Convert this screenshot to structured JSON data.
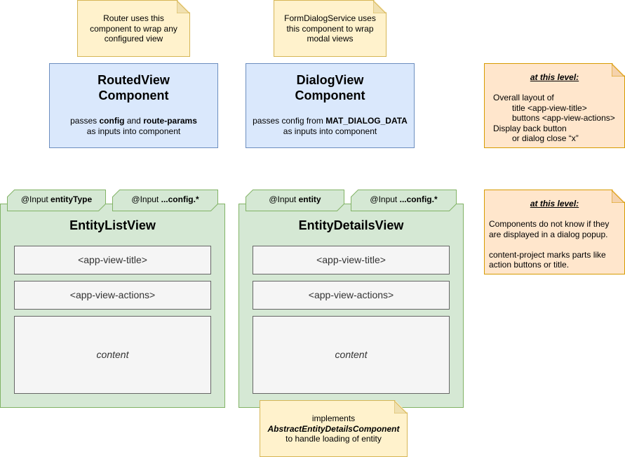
{
  "notes": {
    "router": "Router uses this component to wrap any configured view",
    "form_dialog": "FormDialogService uses this component to wrap modal views",
    "implements_prefix": "implements",
    "implements_class": "AbstractEntityDetailsComponent",
    "implements_suffix": "to handle loading of entity"
  },
  "routed_view": {
    "title_line1": "RoutedView",
    "title_line2": "Component",
    "desc_prefix": "passes",
    "desc_bold1": "config",
    "desc_and": "and",
    "desc_bold2": "route-params",
    "desc_line2": "as inputs into component"
  },
  "dialog_view": {
    "title_line1": "DialogView",
    "title_line2": "Component",
    "desc_prefix": "passes config from",
    "desc_bold": "MAT_DIALOG_DATA",
    "desc_line2": "as inputs into component"
  },
  "level_note_1": {
    "heading": "at this level:",
    "line1": "Overall layout of",
    "line2": "title <app-view-title>",
    "line3": "buttons <app-view-actions>",
    "line4": "Display back button",
    "line5": "or dialog close “x”"
  },
  "level_note_2": {
    "heading": "at this level:",
    "line1": "Components do not know if they",
    "line2": "are displayed in a dialog popup.",
    "line3": "content-project marks parts like",
    "line4": "action buttons or title."
  },
  "entity_list_view": {
    "title": "EntityListView",
    "tab1_prefix": "@Input",
    "tab1_bold": "entityType",
    "tab2_prefix": "@Input",
    "tab2_bold": "...config.*",
    "slot_title": "<app-view-title>",
    "slot_actions": "<app-view-actions>",
    "slot_content": "content"
  },
  "entity_details_view": {
    "title": "EntityDetailsView",
    "tab1_prefix": "@Input",
    "tab1_bold": "entity",
    "tab2_prefix": "@Input",
    "tab2_bold": "...config.*",
    "slot_title": "<app-view-title>",
    "slot_actions": "<app-view-actions>",
    "slot_content": "content"
  },
  "colors": {
    "note_yellow_fill": "#fff2cc",
    "note_yellow_border": "#d6b656",
    "note_orange_fill": "#ffe6cc",
    "note_orange_border": "#d79b00",
    "component_fill": "#dae8fc",
    "component_border": "#6c8ebf",
    "panel_fill": "#d5e8d4",
    "panel_border": "#82b366",
    "slot_fill": "#f5f5f5",
    "slot_border": "#666666"
  }
}
